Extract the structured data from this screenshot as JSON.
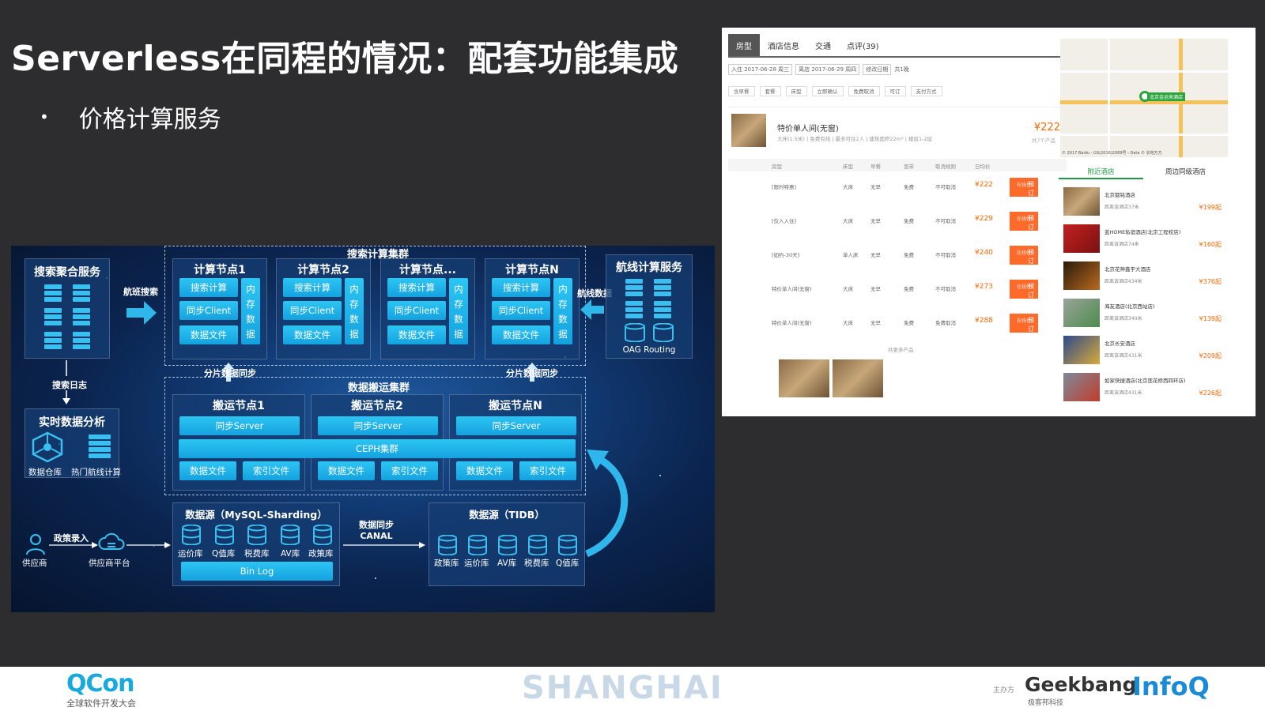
{
  "slide": {
    "title": "Serverless在同程的情况：配套功能集成",
    "bullet": "价格计算服务"
  },
  "diagram": {
    "search_agg": {
      "title": "搜索聚合服务"
    },
    "flight_search": "航班搜索",
    "search_log": "搜索日志",
    "realtime": {
      "title": "实时数据分析",
      "warehouse": "数据仓库",
      "hot": "热门航线计算"
    },
    "search_cluster": {
      "title": "搜索计算集群",
      "nodes": [
        {
          "title": "计算节点1",
          "search": "搜索计算",
          "sync": "同步Client",
          "file": "数据文件",
          "mem": [
            "内",
            "存",
            "数",
            "据"
          ]
        },
        {
          "title": "计算节点2",
          "search": "搜索计算",
          "sync": "同步Client",
          "file": "数据文件",
          "mem": [
            "内",
            "存",
            "数",
            "据"
          ]
        },
        {
          "title": "计算节点...",
          "search": "搜索计算",
          "sync": "同步Client",
          "file": "数据文件",
          "mem": [
            "内",
            "存",
            "数",
            "据"
          ]
        },
        {
          "title": "计算节点N",
          "search": "搜索计算",
          "sync": "同步Client",
          "file": "数据文件",
          "mem": [
            "内",
            "存",
            "数",
            "据"
          ]
        }
      ]
    },
    "route_service": {
      "title": "航线计算服务",
      "sub": "OAG Routing"
    },
    "route_data": "航线数据",
    "shard_sync": "分片数据同步",
    "transfer_cluster": {
      "title": "数据搬运集群",
      "nodes": [
        {
          "title": "搬运节点1",
          "server": "同步Server",
          "file": "数据文件",
          "index": "索引文件"
        },
        {
          "title": "搬运节点2",
          "server": "同步Server",
          "file": "数据文件",
          "index": "索引文件"
        },
        {
          "title": "搬运节点N",
          "server": "同步Server",
          "file": "数据文件",
          "index": "索引文件"
        }
      ],
      "ceph": "CEPH集群"
    },
    "supplier": "供应商",
    "policy_input": "政策录入",
    "supplier_platform": "供应商平台",
    "mysql": {
      "title": "数据源（MySQL-Sharding）",
      "dbs": [
        "运价库",
        "Q值库",
        "税费库",
        "AV库",
        "政策库"
      ],
      "binlog": "Bin Log"
    },
    "canal": {
      "line1": "数据同步",
      "line2": "CANAL"
    },
    "tidb": {
      "title": "数据源（TIDB）",
      "dbs": [
        "政策库",
        "运价库",
        "AV库",
        "税费库",
        "Q值库"
      ]
    }
  },
  "hotel": {
    "tabs": [
      "房型",
      "酒店信息",
      "交通",
      "点评(39)"
    ],
    "checkin": "入住 2017-06-28 周三",
    "checkout": "离店 2017-06-29 周四",
    "modify": "修改日期",
    "nights": "共1晚",
    "filters": [
      "含早餐",
      "套餐",
      "床型",
      "立即确认",
      "免费取消",
      "可订",
      "支付方式"
    ],
    "room": {
      "name": "特价单人间(无窗)",
      "sub": "大床(1.5米) | 免费有线 | 最多可住2人 | 建筑面积22m² | 楼层1-2层",
      "price": "¥222",
      "price_sub": "共7个产品"
    },
    "cols": [
      "房型",
      "床型",
      "早餐",
      "宽带",
      "取消规则",
      "日均价"
    ],
    "rows": [
      {
        "name": "[限时特惠]",
        "bed": "大床",
        "meal": "无早",
        "net": "免费",
        "cancel": "不可取消",
        "price": "¥222"
      },
      {
        "name": "[仅入入住]",
        "bed": "大床",
        "meal": "无早",
        "net": "免费",
        "cancel": "不可取消",
        "price": "¥229"
      },
      {
        "name": "[如约-30天]",
        "bed": "单人床",
        "meal": "无早",
        "net": "免费",
        "cancel": "不可取消",
        "price": "¥240"
      },
      {
        "name": "特价单人间(无窗)",
        "bed": "大床",
        "meal": "无早",
        "net": "免费",
        "cancel": "不可取消",
        "price": "¥273"
      },
      {
        "name": "特价单人间(无窗)",
        "bed": "大床",
        "meal": "无早",
        "net": "免费",
        "cancel": "免费取消",
        "price": "¥288"
      }
    ],
    "book_label": "预 订",
    "book_sub": "在线付",
    "more": "共更多产品",
    "map_label": "北京金运来酒店",
    "map_copyright": "© 2017 Baidu - GS(2016)2089号 - Data © 长地万方",
    "nearby_tabs": [
      "附近酒店",
      "周边同级酒店"
    ],
    "nearby": [
      {
        "name": "北京都铭酒店",
        "desc": "距离该酒店37米",
        "price": "¥199起"
      },
      {
        "name": "蓝HOME私宿酒店(北京工程校店)",
        "desc": "距离该酒店74米",
        "price": "¥160起"
      },
      {
        "name": "北京花神鑫宇大酒店",
        "desc": "距离该酒店434米",
        "price": "¥376起"
      },
      {
        "name": "海友酒店(北京西站店)",
        "desc": "距离该酒店340米",
        "price": "¥139起"
      },
      {
        "name": "北京长安酒店",
        "desc": "距离该酒店431米",
        "price": "¥209起"
      },
      {
        "name": "如家快捷酒店(北京莲花桥西四环店)",
        "desc": "距离该酒店431米",
        "price": "¥226起"
      }
    ]
  },
  "footer": {
    "qcon": "QCon",
    "qcon_sub": "全球软件开发大会",
    "city": "SHANGHAI",
    "host": "主办方",
    "geekbang": "Geekbang",
    "geekbang_sub": "极客邦科技",
    "infoq": "InfoQ"
  },
  "colors": {
    "accent": "#14a2df",
    "price": "#ff6a2b",
    "qcon": "#18a9de",
    "infoq": "#1b8bd6"
  }
}
